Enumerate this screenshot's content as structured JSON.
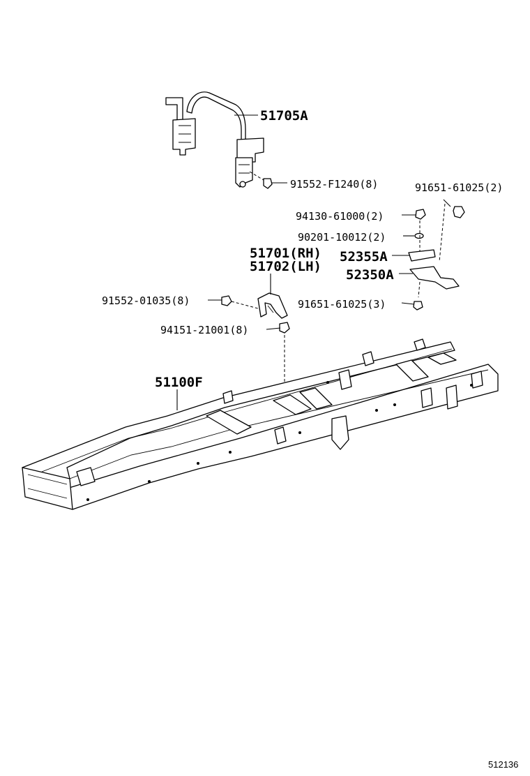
{
  "diagram": {
    "parts": {
      "spare_carrier": "51705A",
      "bolt_carrier": "91552-F1240(8)",
      "bolt_bracket": "91651-61025(2)",
      "nut": "94130-61000(2)",
      "washer": "90201-10012(2)",
      "bracket_upper": "52355A",
      "bracket_lower": "52350A",
      "bolt_lower": "91651-61025(3)",
      "bracket_rh": "51701(RH)",
      "bracket_lh": "51702(LH)",
      "bolt_side": "91552-01035(8)",
      "nut_side": "94151-21001(8)",
      "frame": "51100F"
    },
    "figure_number": "512136"
  }
}
